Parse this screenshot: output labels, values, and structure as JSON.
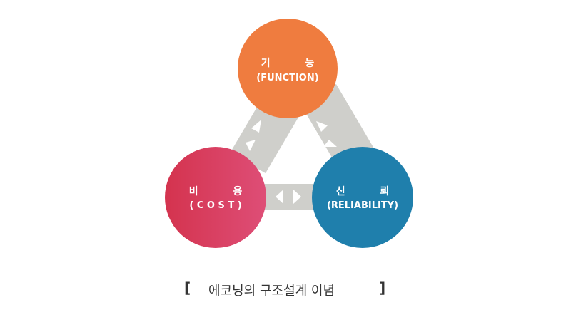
{
  "nodes": {
    "function": {
      "title": "기          능",
      "subtitle": "(FUNCTION)",
      "color": "#ef7c3f"
    },
    "cost": {
      "title": "비          용",
      "subtitle": "( C O S T )",
      "color_start": "#d4334e",
      "color_end": "#de4e77"
    },
    "reliability": {
      "title": "신          뢰",
      "subtitle": "(RELIABILITY)",
      "color": "#1f7fac"
    }
  },
  "connector_color": "#cfcfcb",
  "arrow_color": "#ffffff",
  "caption": {
    "open_bracket": "[",
    "text": "에코닝의 구조설계 이념",
    "close_bracket": "]"
  }
}
